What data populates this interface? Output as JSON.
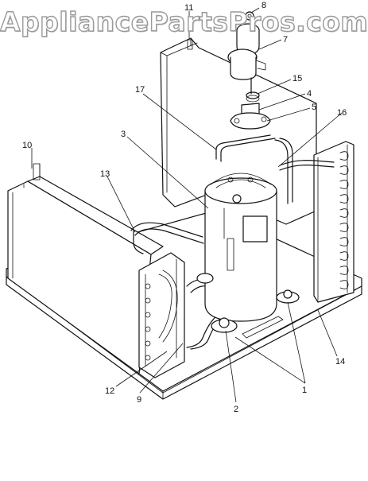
{
  "watermark": {
    "text": "AppliancePartsPros.com"
  },
  "callouts": [
    {
      "id": "1",
      "text": "1"
    },
    {
      "id": "2",
      "text": "2"
    },
    {
      "id": "3",
      "text": "3"
    },
    {
      "id": "4",
      "text": "4"
    },
    {
      "id": "5",
      "text": "5"
    },
    {
      "id": "7",
      "text": "7"
    },
    {
      "id": "8",
      "text": "8"
    },
    {
      "id": "9",
      "text": "9"
    },
    {
      "id": "10",
      "text": "10"
    },
    {
      "id": "11",
      "text": "11"
    },
    {
      "id": "12",
      "text": "12"
    },
    {
      "id": "13",
      "text": "13"
    },
    {
      "id": "14",
      "text": "14"
    },
    {
      "id": "15",
      "text": "15"
    },
    {
      "id": "16",
      "text": "16"
    },
    {
      "id": "17",
      "text": "17"
    }
  ]
}
